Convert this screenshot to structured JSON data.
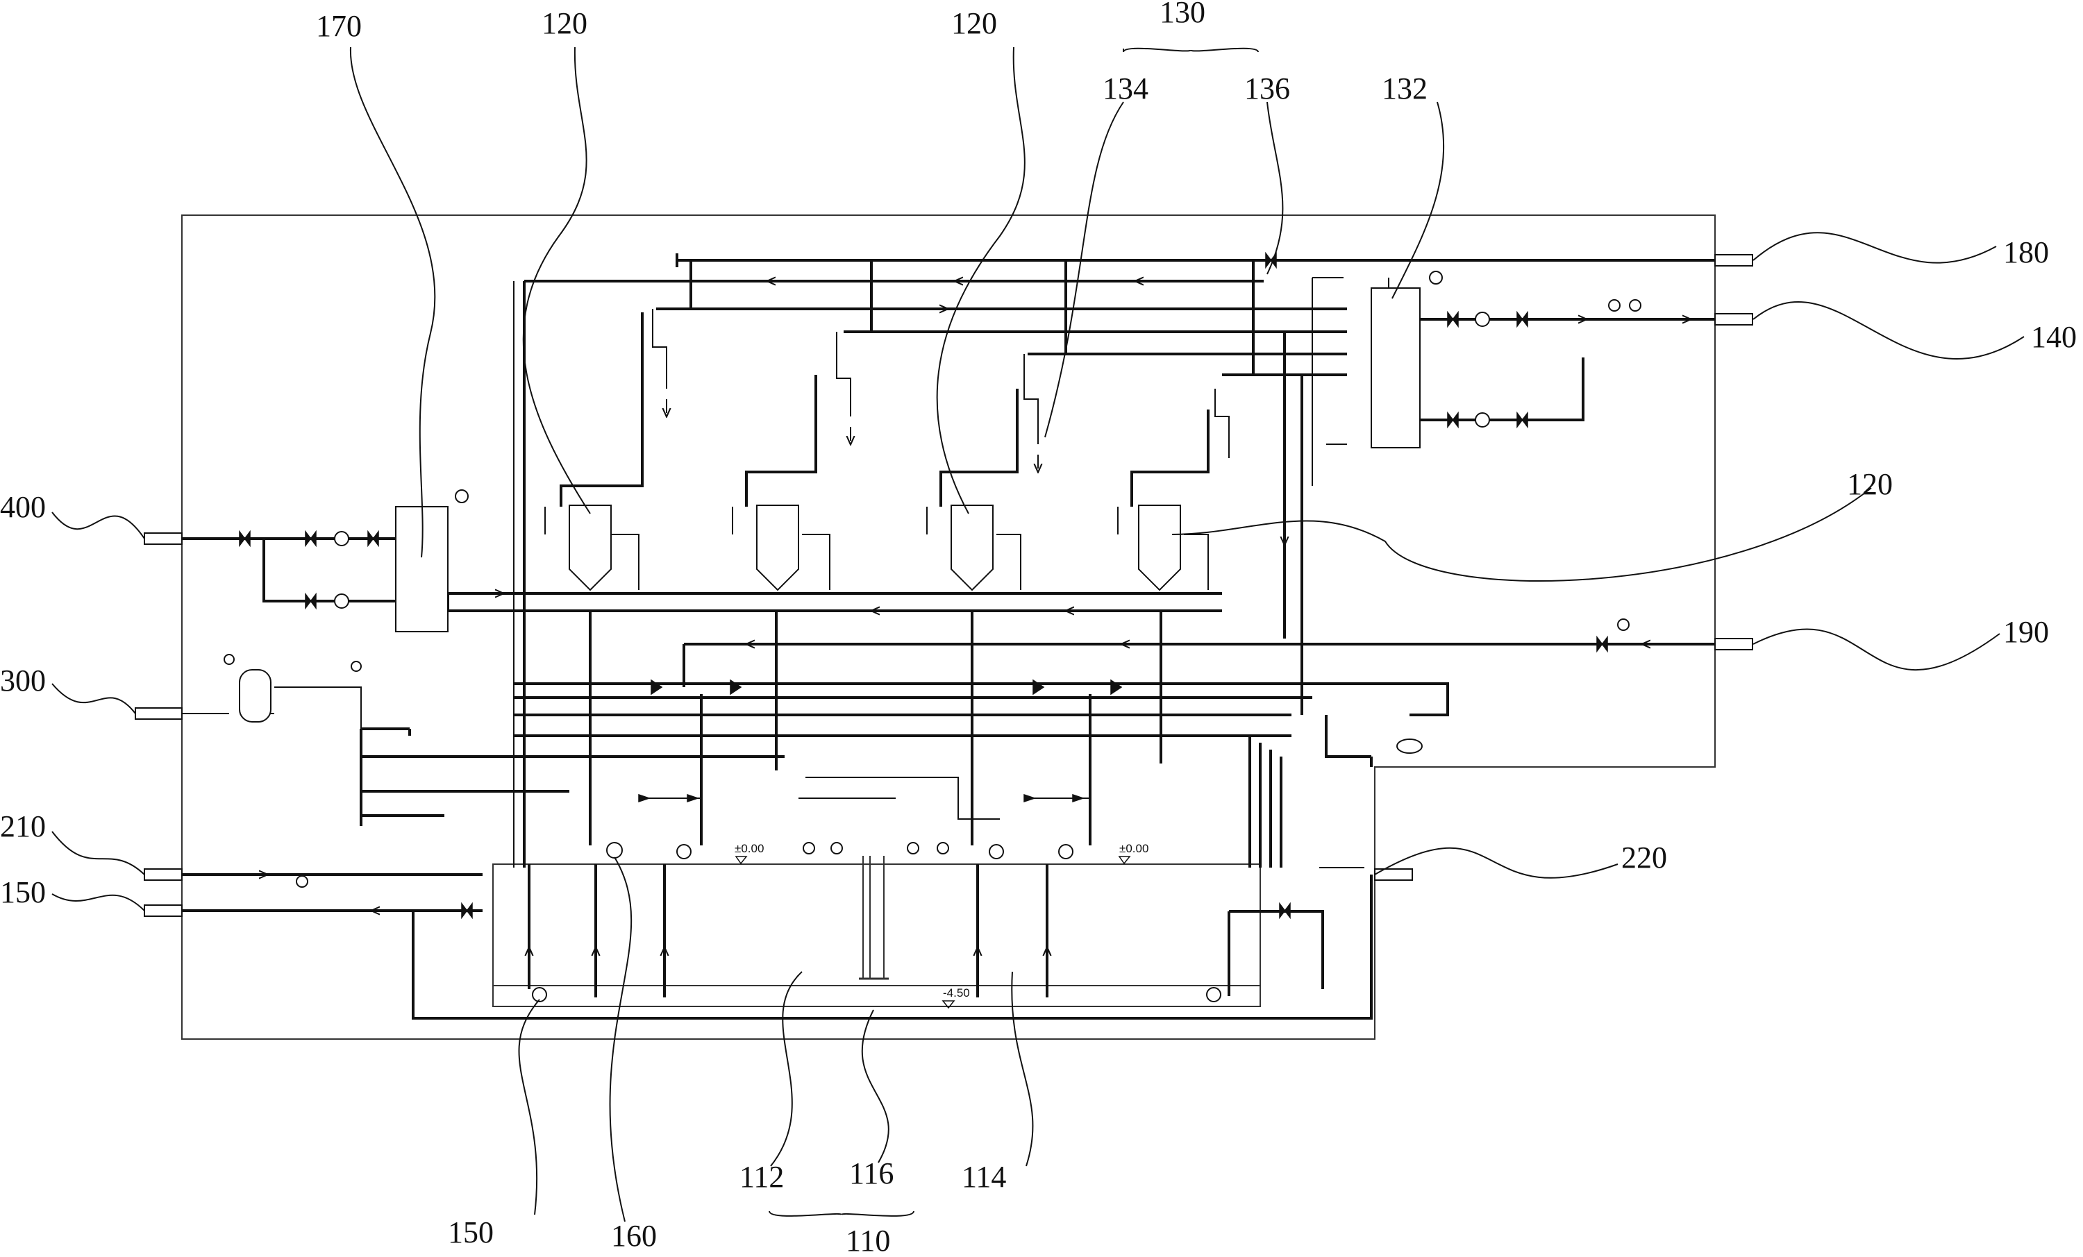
{
  "figure": {
    "reference_labels": {
      "r170": "170",
      "r120a": "120",
      "r120b": "120",
      "r120c": "120",
      "r130": "130",
      "r134": "134",
      "r136": "136",
      "r132": "132",
      "r180": "180",
      "r140": "140",
      "r400": "400",
      "r300": "300",
      "r190": "190",
      "r210": "210",
      "r150a": "150",
      "r220": "220",
      "r150b": "150",
      "r160": "160",
      "r112": "112",
      "r116": "116",
      "r114": "114",
      "r110": "110"
    },
    "elevation_marks": {
      "e_left": "±0.00",
      "e_right": "±0.00",
      "e_bottom": "-4.50"
    }
  },
  "colors": {
    "line": "#111111",
    "background": "#ffffff"
  }
}
